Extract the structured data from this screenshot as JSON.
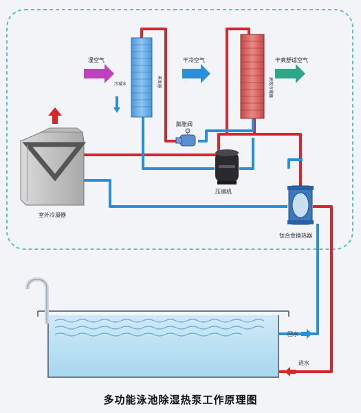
{
  "labels": {
    "wet_air": "湿空气",
    "dry_cold_air": "干冷空气",
    "dry_comfort_air": "干爽舒适空气",
    "condensate": "冷凝水",
    "evaporator": "蒸发器",
    "high_efficiency_condenser": "高效冷凝器",
    "expansion_valve": "膨胀阀",
    "compressor": "压缩机",
    "outdoor_condenser": "室外冷凝器",
    "titanium_exchanger": "钛合金换热器",
    "return_water": "回水",
    "supply_water": "进水"
  },
  "title": "多功能泳池除湿热泵工作原理图",
  "colors": {
    "hot_pipe": "#d8262e",
    "cold_pipe": "#2a8fd8",
    "evaporator_fill": "#6aaee8",
    "condenser_fill": "#d95d5d",
    "water": "#bfe2f4",
    "dashed_border": "#5ac0c8",
    "wet_air_arrow": "#c040c0",
    "dry_cold_arrow": "#2a8fd8",
    "dry_comfort_arrow": "#2aa888"
  },
  "icons": [
    "fan-arrow-icon",
    "compressor-icon",
    "expansion-valve-icon",
    "heat-exchanger-icon"
  ]
}
